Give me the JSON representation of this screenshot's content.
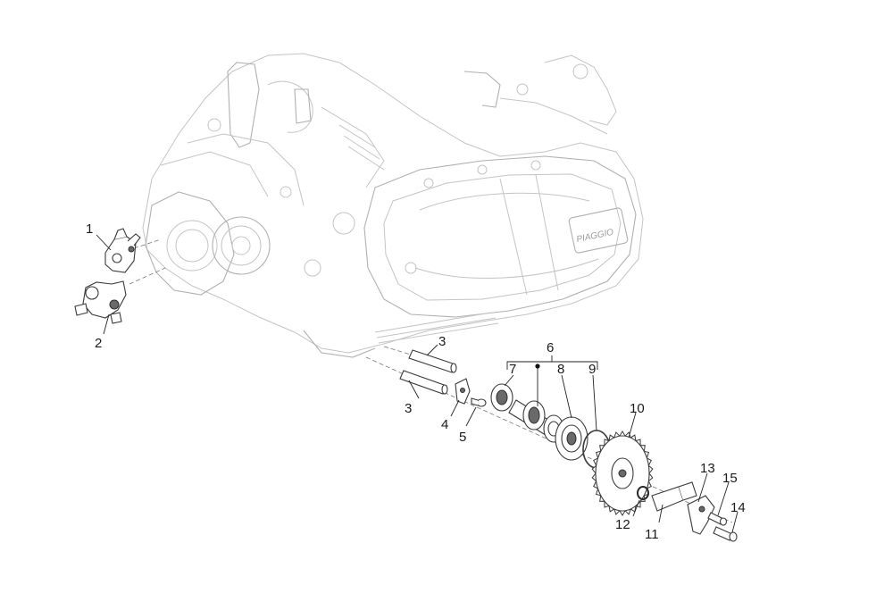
{
  "callouts": {
    "c1": "1",
    "c2": "2",
    "c3a": "3",
    "c3b": "3",
    "c4": "4",
    "c5": "5",
    "c6": "6",
    "c7": "7",
    "c8": "8",
    "c9": "9",
    "c10": "10",
    "c11": "11",
    "c12": "12",
    "c13": "13",
    "c14": "14",
    "c15": "15"
  },
  "engine": {
    "cover_logo": "PIAGGIO"
  },
  "colors": {
    "engine_line": "#c4c4c4",
    "part_line": "#3a3a3a",
    "text": "#1a1a1a"
  }
}
